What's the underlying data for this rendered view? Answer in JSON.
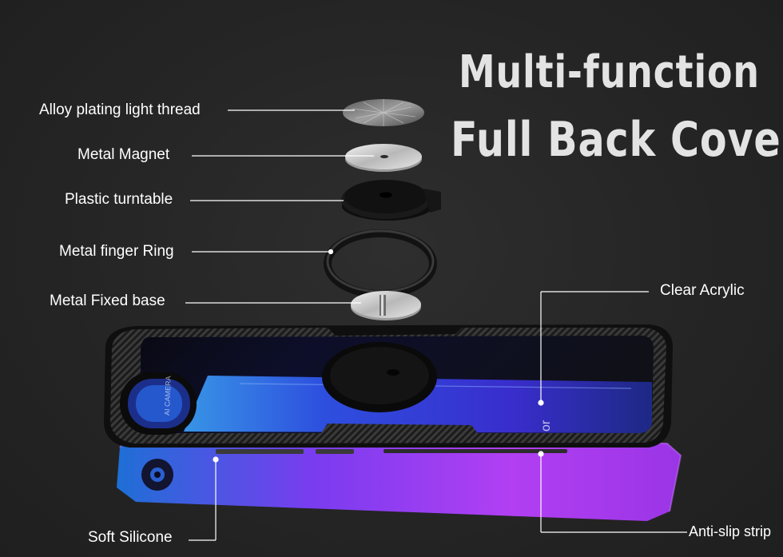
{
  "headline": {
    "line1": "Multi-function",
    "line2": "Full Back Cover"
  },
  "callouts": {
    "alloy_thread": "Alloy plating light thread",
    "metal_magnet": "Metal Magnet",
    "plastic_turntable": "Plastic turntable",
    "finger_ring": "Metal finger Ring",
    "fixed_base": "Metal Fixed base",
    "clear_acrylic": "Clear Acrylic",
    "soft_silicone": "Soft Silicone",
    "anti_slip": "Anti-slip strip"
  },
  "phone": {
    "brand_mark": "or",
    "camera_text": "AI CAMERA"
  },
  "colors": {
    "background": "#232323",
    "headline": "#e3e3e3",
    "callout_text": "#ffffff",
    "phone_blue": "#2f52e8",
    "phone_purple": "#a23cf0"
  }
}
